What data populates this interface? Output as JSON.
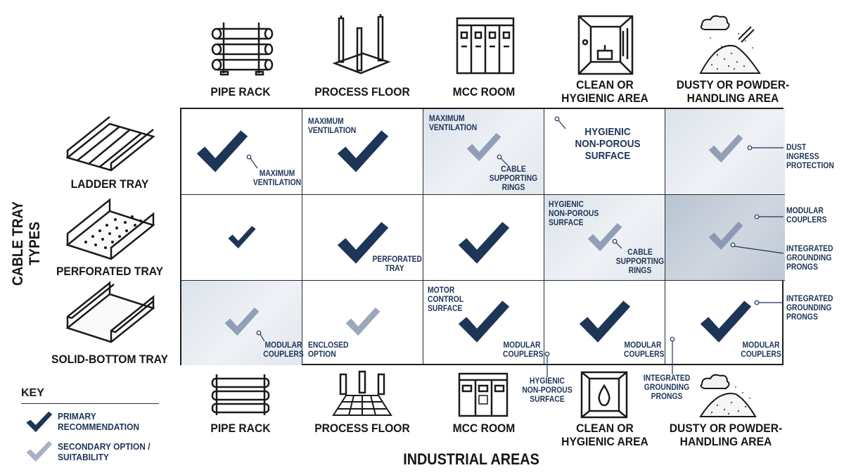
{
  "axis_title_y": "CABLE TRAY TYPES",
  "axis_title_x": "INDUSTRIAL AREAS",
  "columns": [
    {
      "top_label": "PIPE RACK",
      "bottom_label": "PIPE RACK",
      "top_icon": "pipe-rack-icon",
      "bottom_icon": "pipe-rack-icon"
    },
    {
      "top_label": "PROCESS FLOOR",
      "bottom_label": "PROCESS FLOOR",
      "top_icon": "process-floor-icon",
      "bottom_icon": "process-floor-grid-icon"
    },
    {
      "top_label": "MCC ROOM",
      "bottom_label": "MCC ROOM",
      "top_icon": "mcc-cabinet-icon",
      "bottom_icon": "mcc-cabinet-icon"
    },
    {
      "top_label": "CLEAN OR\nHYGIENIC AREA",
      "bottom_label": "CLEAN OR\nHYGIENIC AREA",
      "top_icon": "clean-room-icon",
      "bottom_icon": "hygienic-droplet-icon"
    },
    {
      "top_label": "DUSTY OR POWDER-\nHANDLING AREA",
      "bottom_label": "DUSTY OR POWDER-\nHANDLING AREA",
      "top_icon": "dust-pile-icon",
      "bottom_icon": "dust-pile-icon"
    }
  ],
  "rows": [
    {
      "label": "LADDER TRAY",
      "icon": "ladder-tray-icon"
    },
    {
      "label": "PERFORATED TRAY",
      "icon": "perforated-tray-icon"
    },
    {
      "label": "SOLID-BOTTOM TRAY",
      "icon": "solid-bottom-tray-icon"
    }
  ],
  "cells": [
    [
      {
        "check": "primary",
        "size": "large",
        "shade": "none",
        "notes": [
          {
            "text": "MAXIMUM\nVENTILATION"
          }
        ]
      },
      {
        "check": "primary",
        "size": "large",
        "shade": "none",
        "notes": [
          {
            "text": "MAXIMUM\nVENTILATION"
          }
        ]
      },
      {
        "check": "secondary",
        "size": "medium",
        "shade": "light",
        "notes": [
          {
            "text": "MAXIMUM\nVENTILATION"
          },
          {
            "text": "CABLE\nSUPPORTING\nRINGS"
          }
        ]
      },
      {
        "check": "none",
        "size": "none",
        "shade": "none",
        "notes": [
          {
            "text": "HYGIENIC\nNON-POROUS\nSURFACE"
          }
        ]
      },
      {
        "check": "secondary",
        "size": "medium",
        "shade": "light",
        "notes": []
      }
    ],
    [
      {
        "check": "primary",
        "size": "small",
        "shade": "none",
        "notes": []
      },
      {
        "check": "primary",
        "size": "large",
        "shade": "none",
        "notes": [
          {
            "text": "PERFORATED\nTRAY"
          }
        ]
      },
      {
        "check": "primary",
        "size": "large",
        "shade": "none",
        "notes": []
      },
      {
        "check": "secondary",
        "size": "medium",
        "shade": "light",
        "notes": [
          {
            "text": "HYGIENIC\nNON-POROUS\nSURFACE"
          },
          {
            "text": "CABLE\nSUPPORTING\nRINGS"
          }
        ]
      },
      {
        "check": "secondary",
        "size": "medium",
        "shade": "medium",
        "notes": []
      }
    ],
    [
      {
        "check": "secondary",
        "size": "medium",
        "shade": "light",
        "notes": [
          {
            "text": "MODULAR\nCOUPLERS"
          }
        ]
      },
      {
        "check": "secondary",
        "size": "medium",
        "shade": "none",
        "notes": [
          {
            "text": "ENCLOSED\nOPTION"
          }
        ]
      },
      {
        "check": "primary",
        "size": "large",
        "shade": "none",
        "notes": [
          {
            "text": "MOTOR\nCONTROL\nSURFACE"
          },
          {
            "text": "MODULAR\nCOUPLERS"
          }
        ]
      },
      {
        "check": "primary",
        "size": "large",
        "shade": "none",
        "notes": [
          {
            "text": "MODULAR\nCOUPLERS"
          }
        ]
      },
      {
        "check": "primary",
        "size": "large",
        "shade": "none",
        "notes": [
          {
            "text": "MODULAR\nCOUPLERS"
          }
        ]
      }
    ]
  ],
  "outside_notes": [
    {
      "text": "DUST\nINGRESS\nPROTECTION"
    },
    {
      "text": "MODULAR\nCOUPLERS"
    },
    {
      "text": "INTEGRATED\nGROUNDING\nPRONGS"
    },
    {
      "text": "INTEGRATED\nGROUNDING\nPRONGS"
    },
    {
      "text": "HYGIENIC\nNON-POROUS\nSURFACE"
    },
    {
      "text": "INTEGRATED\nGROUNDING\nPRONGS"
    }
  ],
  "key": {
    "title": "KEY",
    "primary": "PRIMARY\nRECOMMENDATION",
    "secondary": "SECONDARY OPTION /\nSUITABILITY"
  },
  "colors": {
    "primary_check": "#1d3557",
    "secondary_check": "#7a8ba6",
    "light_shade": "#e4e9f0",
    "medium_shade": "#c3ccd8"
  }
}
